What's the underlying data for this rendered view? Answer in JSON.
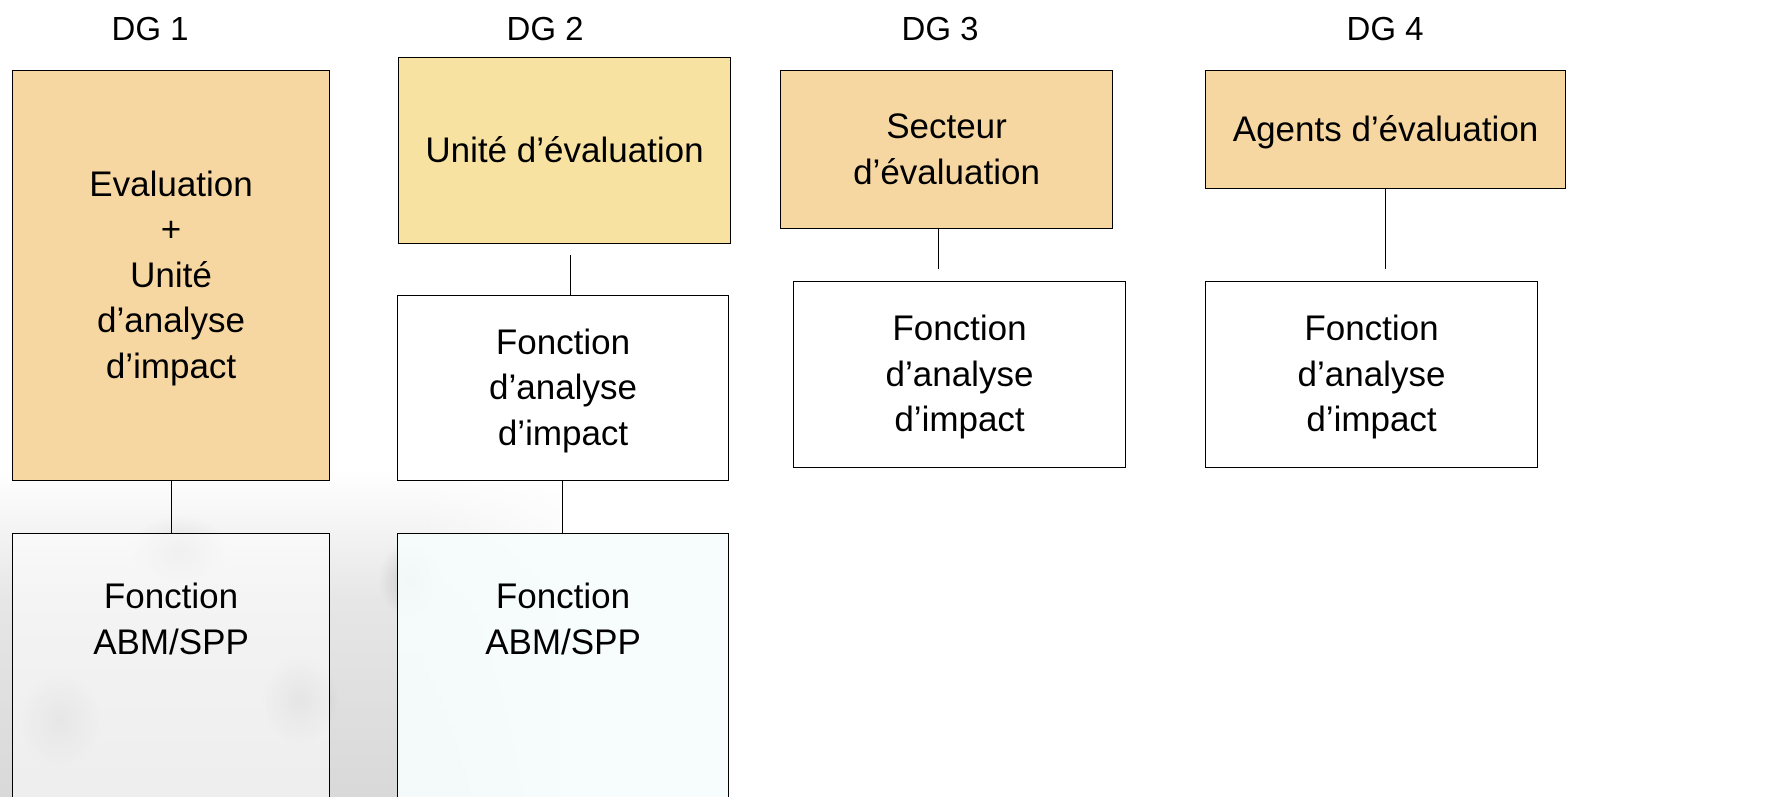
{
  "columns": [
    {
      "title": "DG 1",
      "boxes": [
        "Evaluation\n +\nUnité\nd’analyse\n d’impact",
        "Fonction\nABM/SPP"
      ]
    },
    {
      "title": "DG 2",
      "boxes": [
        "Unité d’évaluation",
        "Fonction\nd’analyse\n d’impact",
        "Fonction\nABM/SPP"
      ]
    },
    {
      "title": "DG 3",
      "boxes": [
        "Secteur\nd’évaluation",
        "Fonction\nd’analyse\n d’impact"
      ]
    },
    {
      "title": "DG 4",
      "boxes": [
        "Agents d’évaluation",
        "Fonction\nd’analyse\n d’impact"
      ]
    }
  ],
  "colors": {
    "unit_fill_dg1": "#f7d7a1",
    "unit_fill_dg2": "#f7e2a1",
    "unit_fill_dg3": "#f7d7a1",
    "unit_fill_dg4": "#f7d7a1",
    "function_fill": "#ffffff",
    "border": "#000000"
  }
}
